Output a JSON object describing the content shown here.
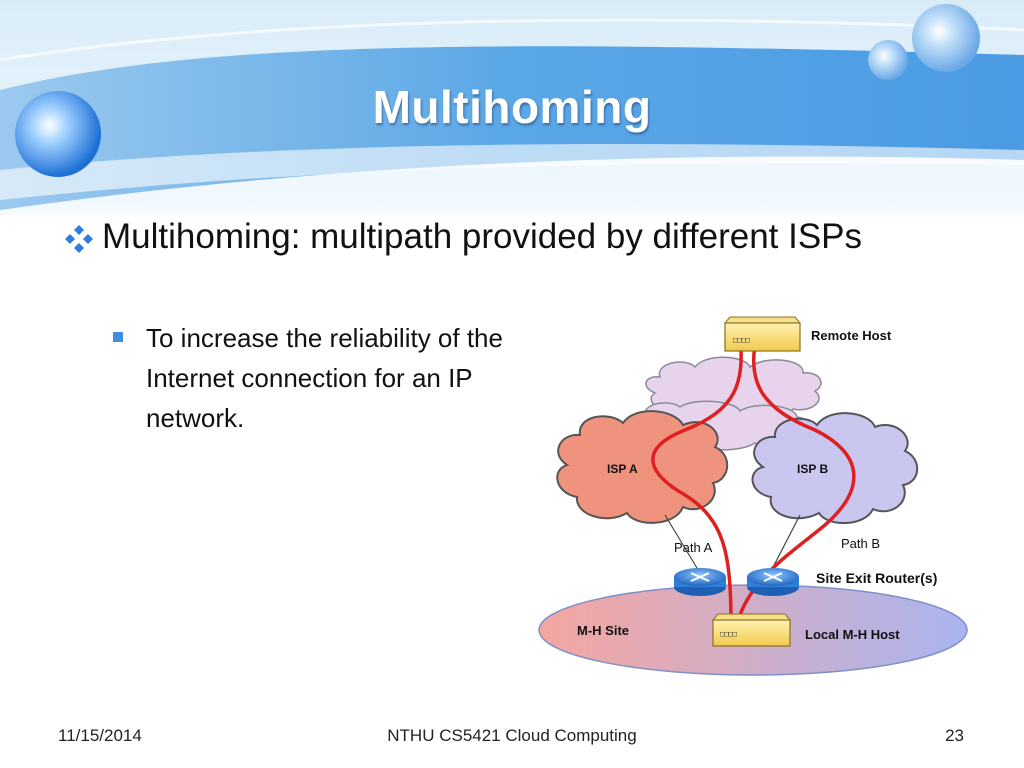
{
  "slide": {
    "title": "Multihoming",
    "bullet1": "Multihoming: multipath provided by different ISPs",
    "bullet2": "To increase the reliability of the Internet connection for an IP network."
  },
  "diagram": {
    "remote_host": "Remote  Host",
    "isp_a": "ISP A",
    "isp_b": "ISP B",
    "path_a": "Path A",
    "path_b": "Path B",
    "site_exit_router": "Site Exit Router(s)",
    "mh_site": "M-H Site",
    "local_host": "Local M-H Host",
    "device_lights": "□□□□",
    "colors": {
      "isp_a_cloud": "#f0937e",
      "isp_b_cloud": "#c9c6f0",
      "internet_cloud": "#e7d3ec",
      "path_line": "#e02020",
      "router": "#2f7fd8",
      "site_gradient_left": "#f5a6a0",
      "site_gradient_right": "#a9b5f0"
    }
  },
  "footer": {
    "date": "11/15/2014",
    "course": "NTHU CS5421 Cloud Computing",
    "page": "23"
  },
  "icons": [
    "diamond-bullet-icon",
    "square-bullet-icon",
    "host-icon",
    "router-icon"
  ]
}
